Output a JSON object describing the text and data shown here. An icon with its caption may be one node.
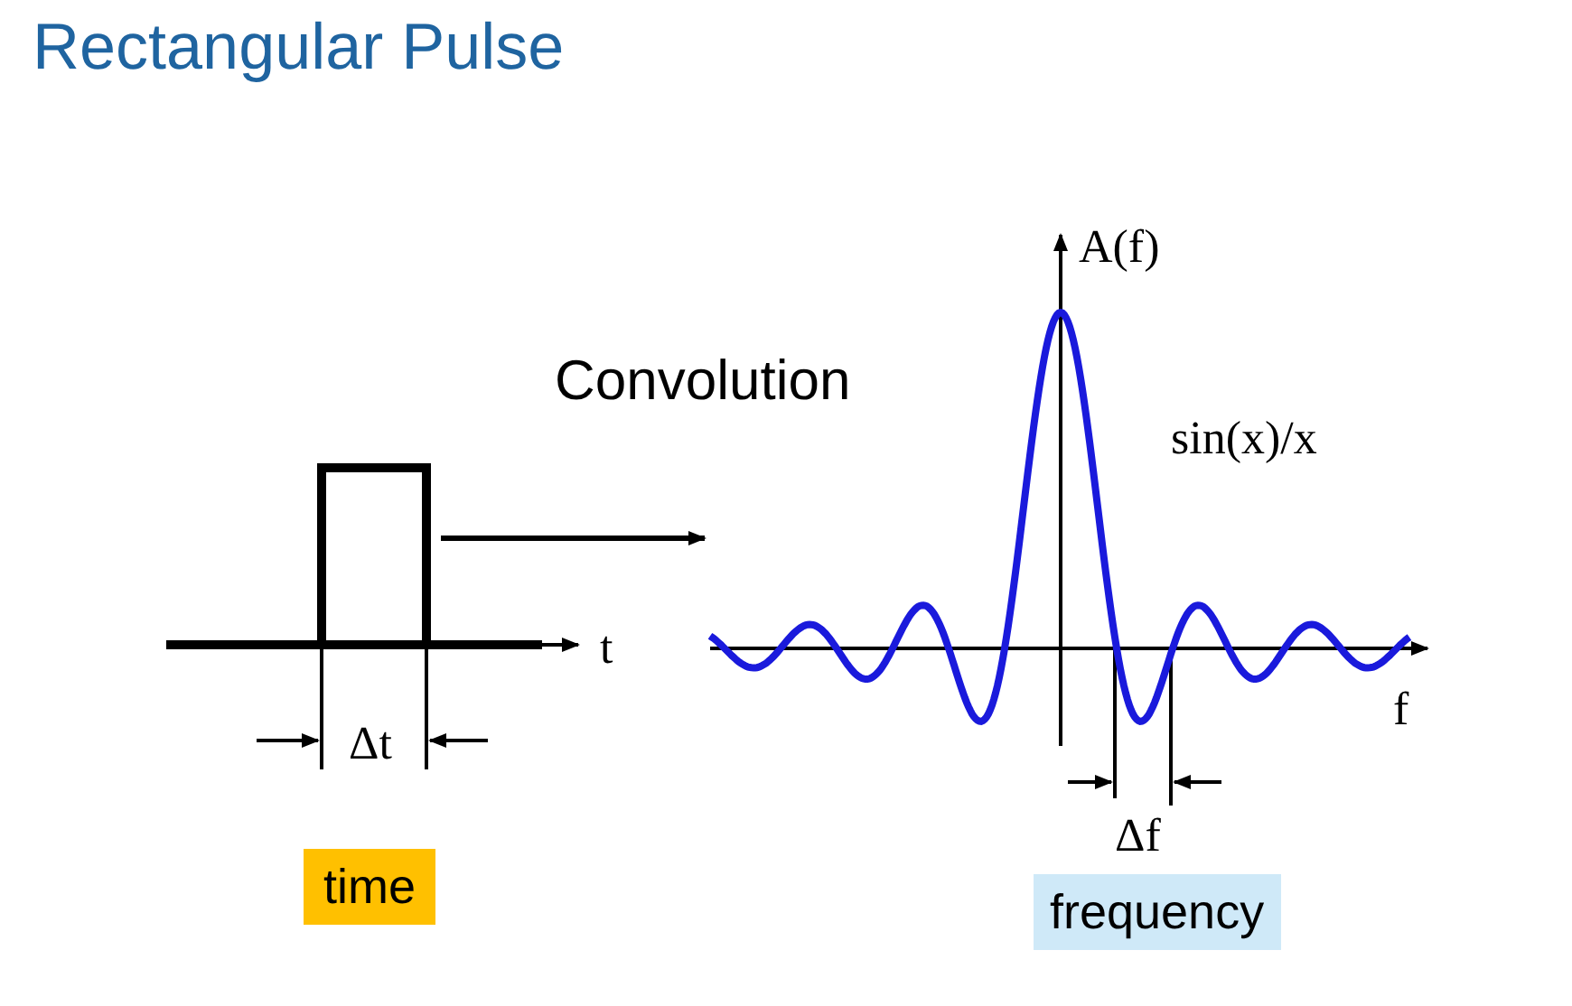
{
  "diagram": {
    "title": "Rectangular Pulse",
    "nodes": [
      {
        "text": [],
        "shape": "picture"
      },
      {
        "text": [],
        "shape": "picture"
      }
    ],
    "edges": [
      {
        "from": 0,
        "to": 1,
        "arrow": "to",
        "label": "Convolution"
      }
    ],
    "labels": [
      "t",
      "Δt",
      "time",
      "A(f)",
      "sin(x)/x",
      "f",
      "Δf",
      "frequency"
    ]
  }
}
